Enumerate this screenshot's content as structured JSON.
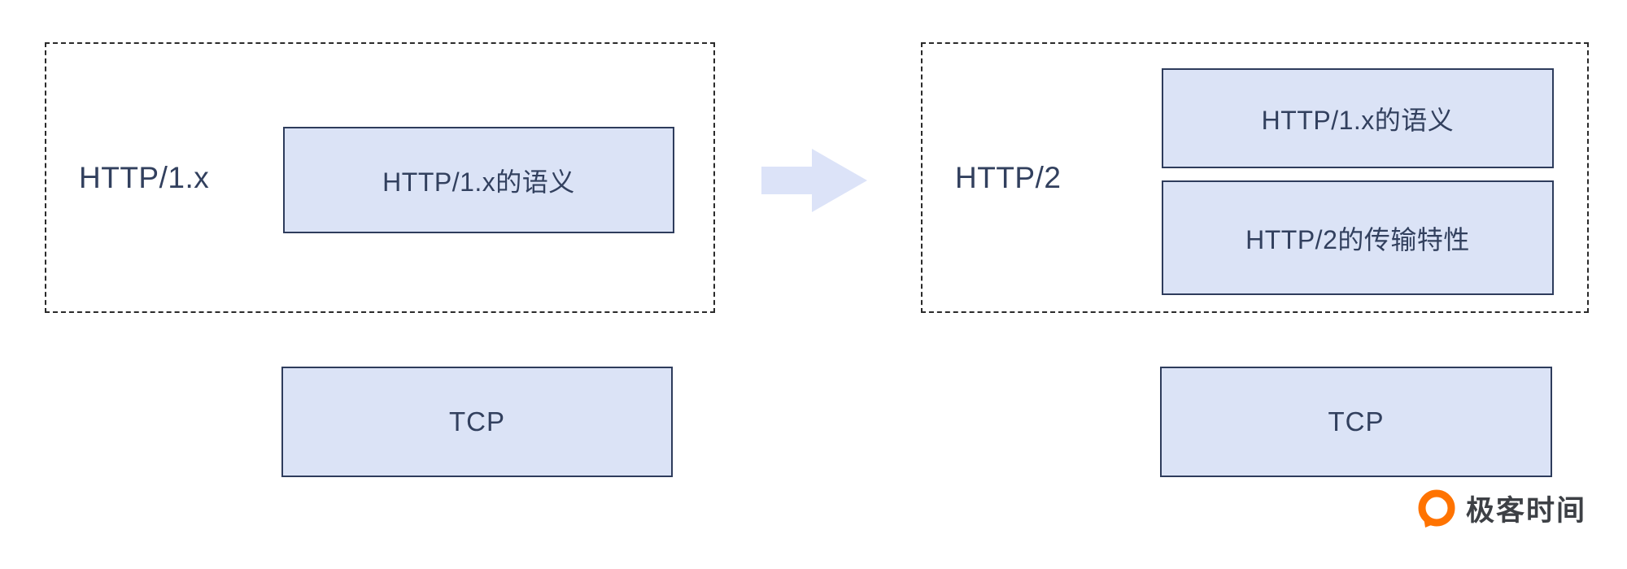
{
  "diagram": {
    "left_stack": {
      "label": "HTTP/1.x",
      "layers": [
        "HTTP/1.x的语义"
      ],
      "transport": "TCP"
    },
    "right_stack": {
      "label": "HTTP/2",
      "layers": [
        "HTTP/1.x的语义",
        "HTTP/2的传输特性"
      ],
      "transport": "TCP"
    },
    "arrow_direction": "right",
    "colors": {
      "layer_fill": "#dbe3f6",
      "layer_border": "#2e3c5c",
      "text": "#32405e",
      "arrow_fill": "#dce3f8",
      "dashed_outline": "#2a2a2a"
    }
  },
  "branding": {
    "logo_text": "极客时间",
    "logo_icon": "geektime-logo",
    "logo_orange": "#ff7300",
    "text_color": "#3d4045"
  }
}
